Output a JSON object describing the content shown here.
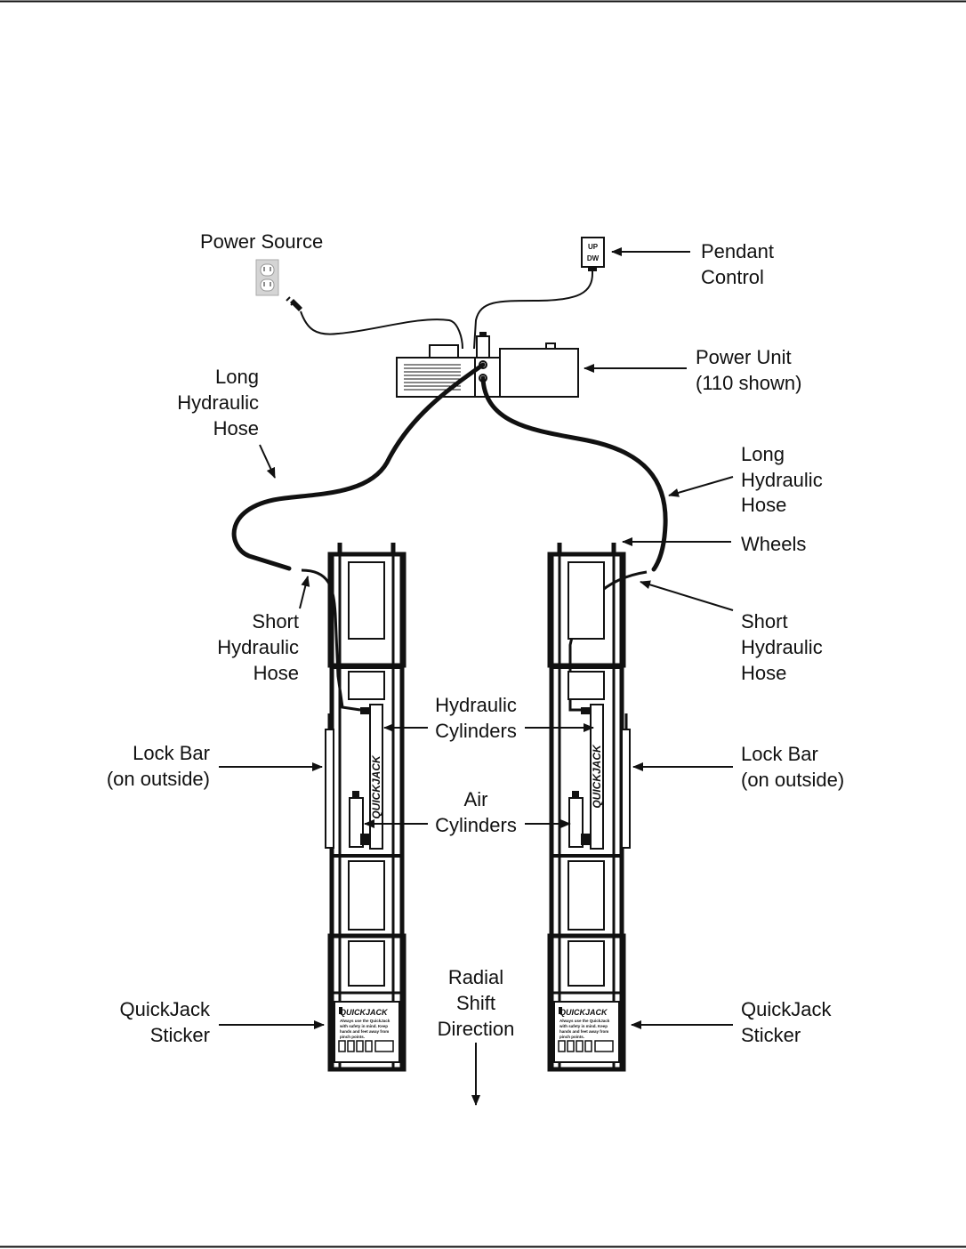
{
  "labels": {
    "power_source": "Power Source",
    "pendant_1": "Pendant",
    "pendant_2": "Control",
    "pendant_up": "UP",
    "pendant_dw": "DW",
    "power_unit_1": "Power Unit",
    "power_unit_2": "(110 shown)",
    "long_hose_left_1": "Long",
    "long_hose_left_2": "Hydraulic",
    "long_hose_left_3": "Hose",
    "long_hose_right_1": "Long",
    "long_hose_right_2": "Hydraulic",
    "long_hose_right_3": "Hose",
    "wheels": "Wheels",
    "short_hose_left_1": "Short",
    "short_hose_left_2": "Hydraulic",
    "short_hose_left_3": "Hose",
    "short_hose_right_1": "Short",
    "short_hose_right_2": "Hydraulic",
    "short_hose_right_3": "Hose",
    "hyd_cyl_1": "Hydraulic",
    "hyd_cyl_2": "Cylinders",
    "lock_left_1": "Lock Bar",
    "lock_left_2": "(on outside)",
    "lock_right_1": "Lock Bar",
    "lock_right_2": "(on outside)",
    "air_cyl_1": "Air",
    "air_cyl_2": "Cylinders",
    "sticker_left_1": "QuickJack",
    "sticker_left_2": "Sticker",
    "sticker_right_1": "QuickJack",
    "sticker_right_2": "Sticker",
    "radial_1": "Radial",
    "radial_2": "Shift",
    "radial_3": "Direction",
    "brand": "QUICKJACK",
    "sticker_brand": "QUICKJACK",
    "sticker_text_1": "Always use the QuickJack",
    "sticker_text_2": "with safety in mind. Keep",
    "sticker_text_3": "hands and feet away from",
    "sticker_text_4": "pinch points."
  }
}
